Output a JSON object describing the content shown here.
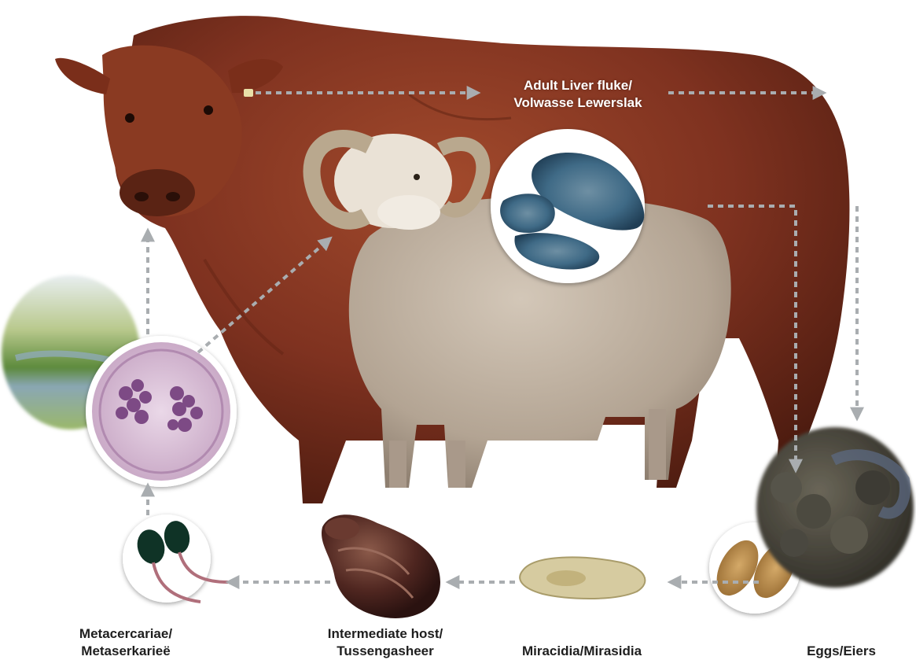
{
  "labels": {
    "adult": {
      "line1": "Adult Liver fluke/",
      "line2": "Volwasse Lewerslak"
    },
    "metacercariae": {
      "line1": "Metacercariae/",
      "line2": "Metaserkarieë"
    },
    "intermediate_host": {
      "line1": "Intermediate host/",
      "line2": "Tussengasheer"
    },
    "miracidia": {
      "line1": "Miracidia/Mirasidia"
    },
    "eggs": {
      "line1": "Eggs/Eiers"
    }
  },
  "colors": {
    "arrow": "#a9adb0",
    "cow": "#7a2e1a",
    "sheep_wool": "#b9ab9c",
    "label_dark": "#1e1e1e",
    "label_light": "#ffffff"
  },
  "icons": [
    "cow-image",
    "ram-image",
    "liver-fluke-image",
    "marsh-image",
    "metacercaria-microscope-image",
    "cercariae-image",
    "snail-image",
    "miracidium-image",
    "eggs-image",
    "dung-image"
  ]
}
